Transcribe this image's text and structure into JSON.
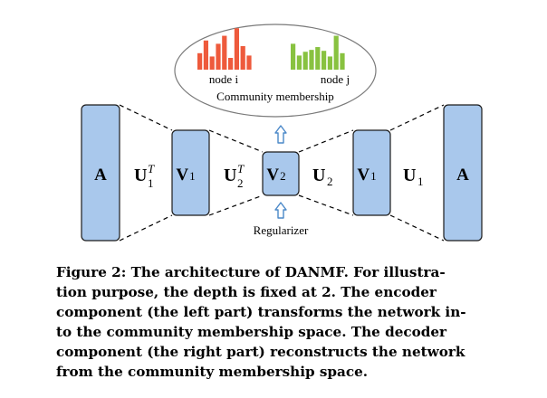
{
  "figure": {
    "community": {
      "node_i": "node i",
      "node_j": "node j",
      "label": "Community membership",
      "node_i_bars": [
        0.35,
        0.62,
        0.28,
        0.55,
        0.72,
        0.25,
        0.88,
        0.5,
        0.3
      ],
      "node_j_bars": [
        0.55,
        0.3,
        0.38,
        0.42,
        0.48,
        0.4,
        0.28,
        0.72,
        0.35
      ],
      "node_i_color": "#ee5a3c",
      "node_j_color": "#88c240"
    },
    "blocks": {
      "a_left": "A",
      "v1_left": "V",
      "v2": "V",
      "v1_right": "V",
      "a_right": "A",
      "sub_1": "1",
      "sub_2": "2",
      "fill": "#a9c8ec",
      "stroke": "#1c1c1c"
    },
    "matrices": {
      "u1t_base": "U",
      "u1t_sup": "T",
      "u1t_sub": "1",
      "u2t_base": "U",
      "u2t_sup": "T",
      "u2t_sub": "2",
      "u2_base": "U",
      "u2_sub": "2",
      "u1_base": "U",
      "u1_sub": "1"
    },
    "regularizer": "Regularizer",
    "arrow_icon_color": "#4a88c8"
  },
  "caption": {
    "lines": [
      "Figure 2: The architecture of DANMF. For illustra-",
      "tion purpose, the depth is fixed at 2. The encoder",
      "component (the left part) transforms the network in-",
      "to the community membership space. The decoder",
      "component (the right part) reconstructs the network",
      "from the community membership space."
    ]
  }
}
